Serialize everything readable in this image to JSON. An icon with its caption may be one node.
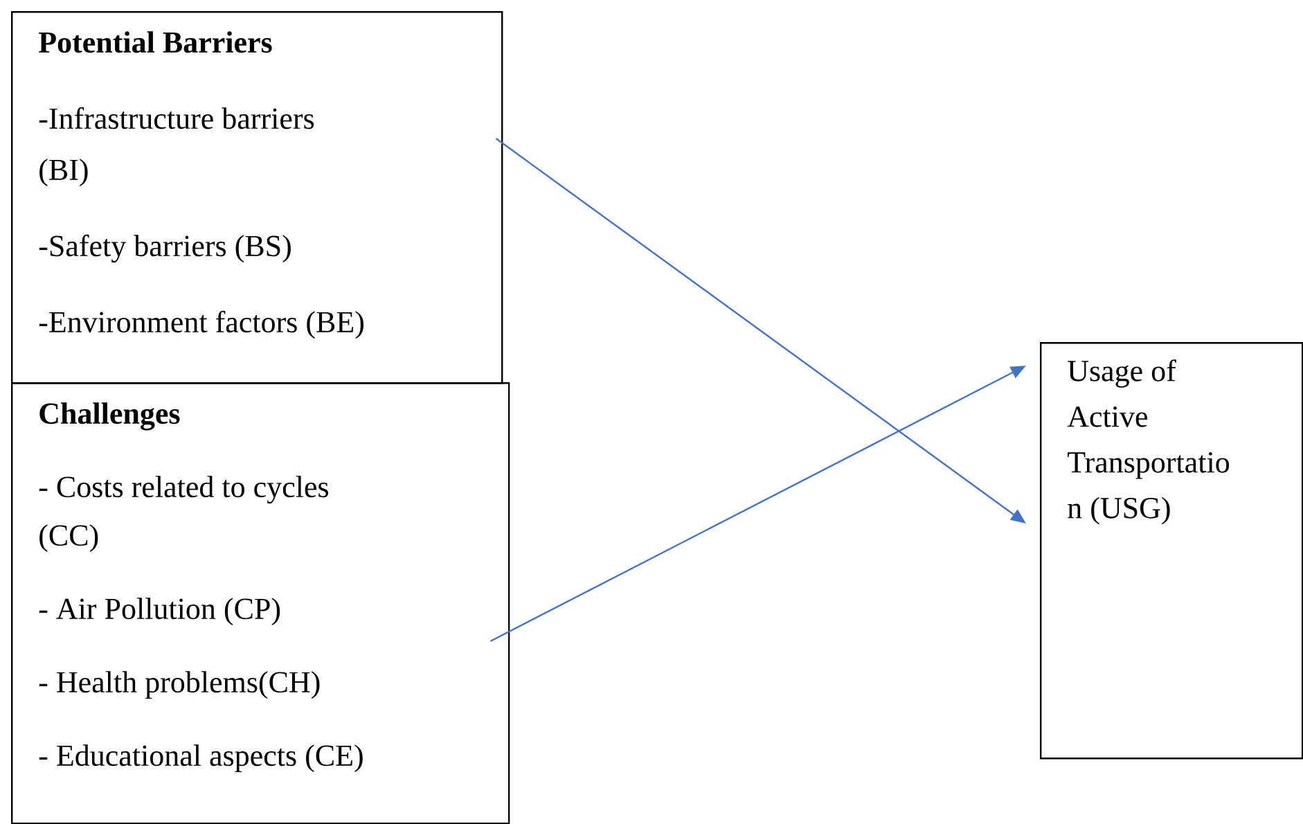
{
  "diagram": {
    "nodes": [
      {
        "text": [
          "Potential Barriers",
          "-Infrastructure barriers (BI)",
          "-Safety barriers (BS)",
          "-Environment factors (BE)"
        ]
      },
      {
        "text": [
          "Challenges",
          "- Costs related to cycles (CC)",
          "- Air Pollution (CP)",
          "- Health problems(CH)",
          "- Educational aspects (CE)"
        ]
      },
      {
        "text": [
          "Usage of Active Transportatio n (USG)"
        ]
      }
    ],
    "edges": [
      {
        "from": 0,
        "to": 2,
        "arrow": "to",
        "color": "#4472c4"
      },
      {
        "from": 1,
        "to": 2,
        "arrow": "to",
        "color": "#4472c4"
      }
    ]
  }
}
